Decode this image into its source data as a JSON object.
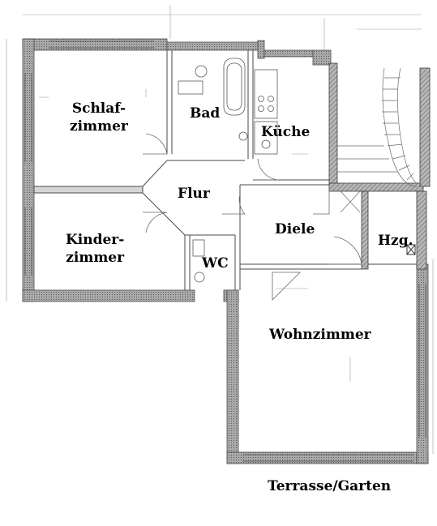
{
  "rooms": {
    "schlafzimmer": "Schlaf-\nzimmer",
    "bad": "Bad",
    "kueche": "Küche",
    "flur": "Flur",
    "diele": "Diele",
    "hzg": "Hzg.",
    "kinderzimmer": "Kinder-\nzimmer",
    "wc": "WC",
    "wohnzimmer": "Wohnzimmer",
    "terrasse": "Terrasse/Garten"
  },
  "colors": {
    "wall": "#8a8a8a",
    "wall_dark": "#5e5e5e",
    "line": "#4a4a4a",
    "thin": "#9a9a9a"
  }
}
